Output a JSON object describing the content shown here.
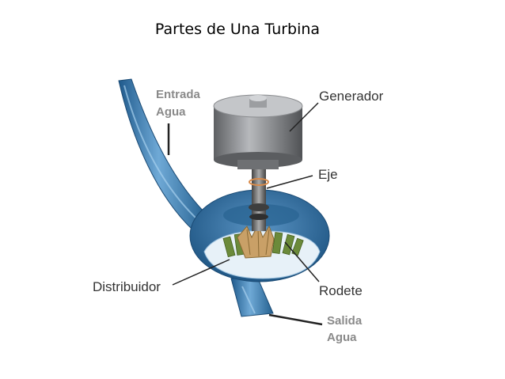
{
  "title": "Partes de Una Turbina",
  "labels": {
    "entrada_line1": "Entrada",
    "entrada_line2": "Agua",
    "generador": "Generador",
    "eje": "Eje",
    "distribuidor": "Distribuidor",
    "rodete": "Rodete",
    "salida_line1": "Salida",
    "salida_line2": "Agua"
  },
  "colors": {
    "water_blue": "#2f6fa5",
    "water_light": "#7fb6dc",
    "generator_gray": "#8c8e91",
    "runner_gold": "#c9a067",
    "distributor_green": "#6b8a3a",
    "label_gray": "#8a8a8a",
    "label_dark": "#333333"
  }
}
